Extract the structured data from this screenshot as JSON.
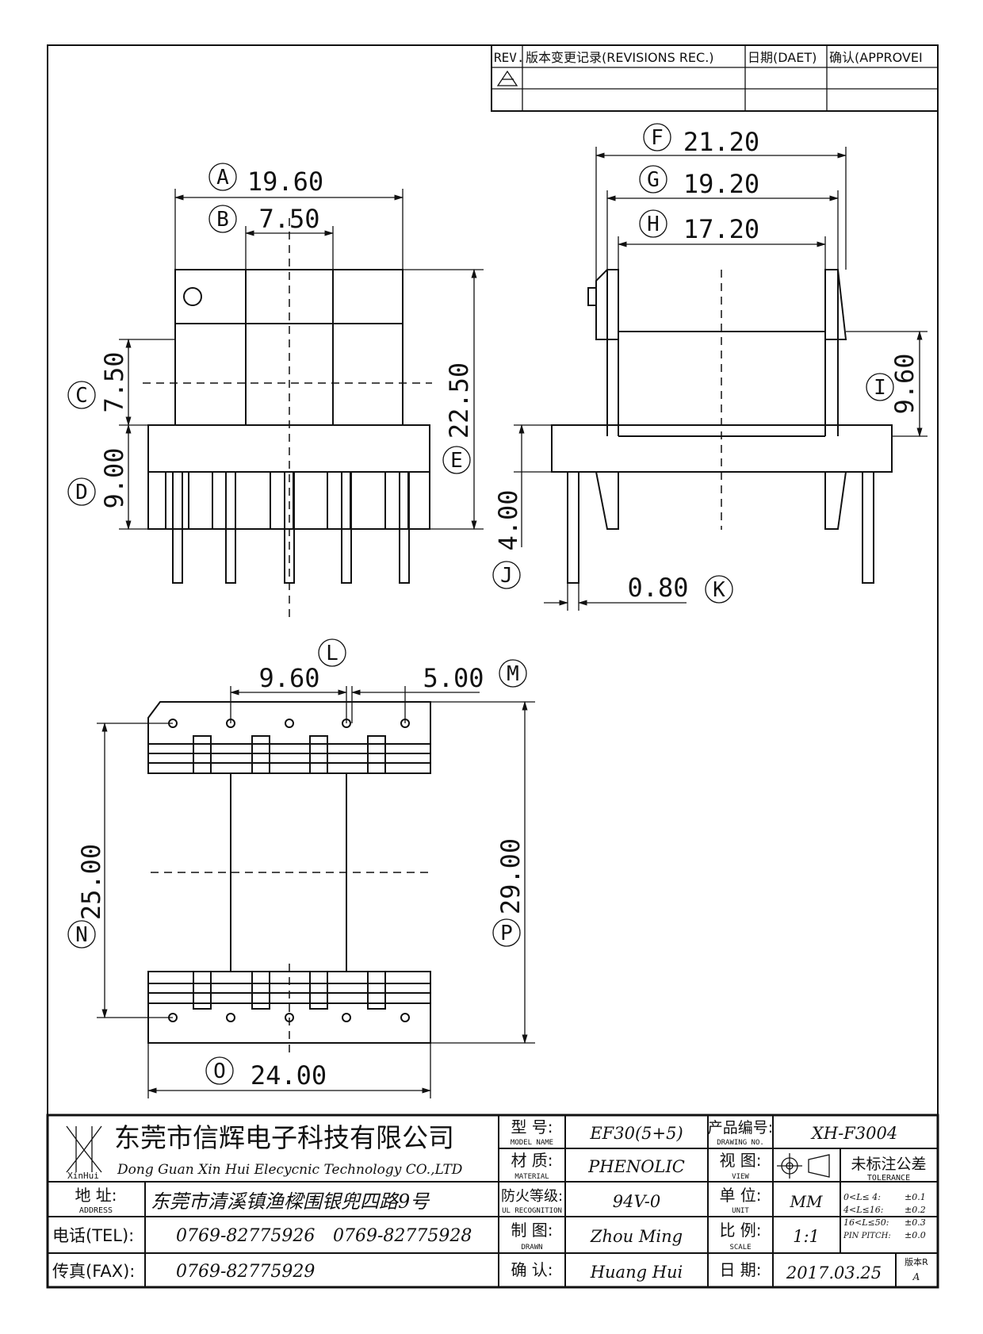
{
  "revision_table": {
    "headers": [
      "REV.",
      "版本变更记录(REVISIONS REC.)",
      "日期(DAET)",
      "确认(APPROVEI"
    ]
  },
  "dimensions": {
    "A": "19.60",
    "B": "7.50",
    "C": "7.50",
    "D": "9.00",
    "E": "22.50",
    "F": "21.20",
    "G": "19.20",
    "H": "17.20",
    "I": "9.60",
    "J": "4.00",
    "K": "0.80",
    "L": "9.60",
    "M": "5.00",
    "N": "25.00",
    "O": "24.00",
    "P": "29.00"
  },
  "title_block": {
    "company_cn": "东莞市信辉电子科技有限公司",
    "company_en": "Dong Guan Xin Hui Elecycnic Technology CO.,LTD",
    "logo_text": "XinHui",
    "address_label": "地  址:",
    "address_label_en": "ADDRESS",
    "address": "东莞市清溪镇渔樑围银兜四路9号",
    "tel_label": "电话(TEL):",
    "tel1": "0769-82775926",
    "tel2": "0769-82775928",
    "fax_label": "传真(FAX):",
    "fax": "0769-82775929",
    "model_label": "型  号:",
    "model_label_en": "MODEL NAME",
    "model": "EF30(5+5)",
    "material_label": "材  质:",
    "material_label_en": "MATERIAL",
    "material": "PHENOLIC",
    "fire_label": "防火等级:",
    "fire_label_en": "UL RECOGNITION",
    "fire": "94V-0",
    "drawn_label": "制  图:",
    "drawn_label_en": "DRAWN",
    "drawn": "Zhou Ming",
    "check_label": "确  认:",
    "check": "Huang Hui",
    "drawing_no_label": "产品编号:",
    "drawing_no_label_en": "DRAWING NO.",
    "drawing_no": "XH-F3004",
    "view_label": "视  图:",
    "view_label_en": "VIEW",
    "unit_label": "单  位:",
    "unit_label_en": "UNIT",
    "unit": "MM",
    "scale_label": "比  例:",
    "scale_label_en": "SCALE",
    "scale": "1:1",
    "date_label": "日  期:",
    "date": "2017.03.25",
    "version_label": "版本R",
    "version": "A",
    "tolerance_title": "未标注公差",
    "tolerance_en": "TOLERANCE",
    "tolerances": [
      {
        "range": "0<L≤ 4:",
        "value": "±0.1"
      },
      {
        "range": "4<L≤16:",
        "value": "±0.2"
      },
      {
        "range": "16<L≤50:",
        "value": "±0.3"
      },
      {
        "range": "PIN PITCH:",
        "value": "±0.0"
      }
    ]
  }
}
